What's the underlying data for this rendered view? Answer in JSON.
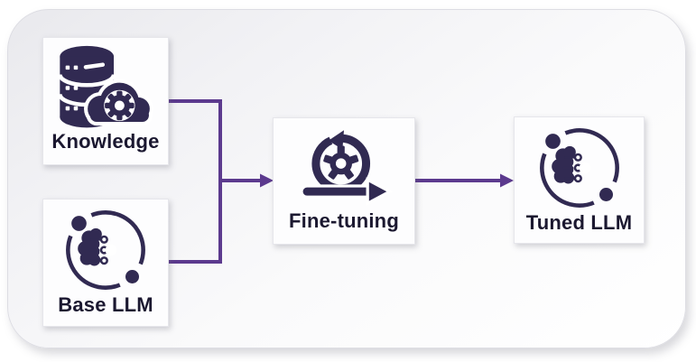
{
  "colors": {
    "accent": "#5C3A8E",
    "icon": "#312A52",
    "text": "#1B1830",
    "panel_bg": "#F2F2F5",
    "node_bg": "#FDFDFE"
  },
  "diagram": {
    "nodes": [
      {
        "id": "knowledge",
        "label": "Knowledge",
        "icon": "database-gear-cloud-icon"
      },
      {
        "id": "base_llm",
        "label": "Base LLM",
        "icon": "brain-gear-circle-icon"
      },
      {
        "id": "fine_tuning",
        "label": "Fine-tuning",
        "icon": "iterative-loop-gear-icon"
      },
      {
        "id": "tuned_llm",
        "label": "Tuned LLM",
        "icon": "brain-gear-circle-icon"
      }
    ],
    "edges": [
      {
        "from": "Knowledge",
        "to": "Fine-tuning"
      },
      {
        "from": "Base LLM",
        "to": "Fine-tuning"
      },
      {
        "from": "Fine-tuning",
        "to": "Tuned LLM"
      }
    ]
  }
}
